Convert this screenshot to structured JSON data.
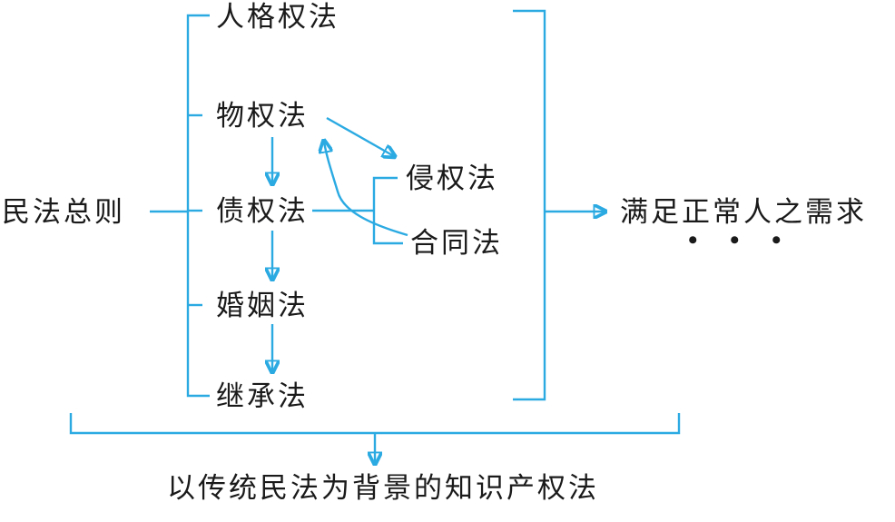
{
  "diagram": {
    "accent_color": "#2BAAE2",
    "text_color": "#1a1a1a",
    "root_label": "民法总则",
    "branches": [
      {
        "label": "人格权法"
      },
      {
        "label": "物权法"
      },
      {
        "label": "债权法"
      },
      {
        "label": "婚姻法"
      },
      {
        "label": "继承法"
      }
    ],
    "sub_branches": [
      {
        "label": "侵权法"
      },
      {
        "label": "合同法"
      }
    ],
    "outcome_label": "满足正常人之需求",
    "ellipsis": "• • •",
    "footer_label": "以传统民法为背景的知识产权法"
  }
}
